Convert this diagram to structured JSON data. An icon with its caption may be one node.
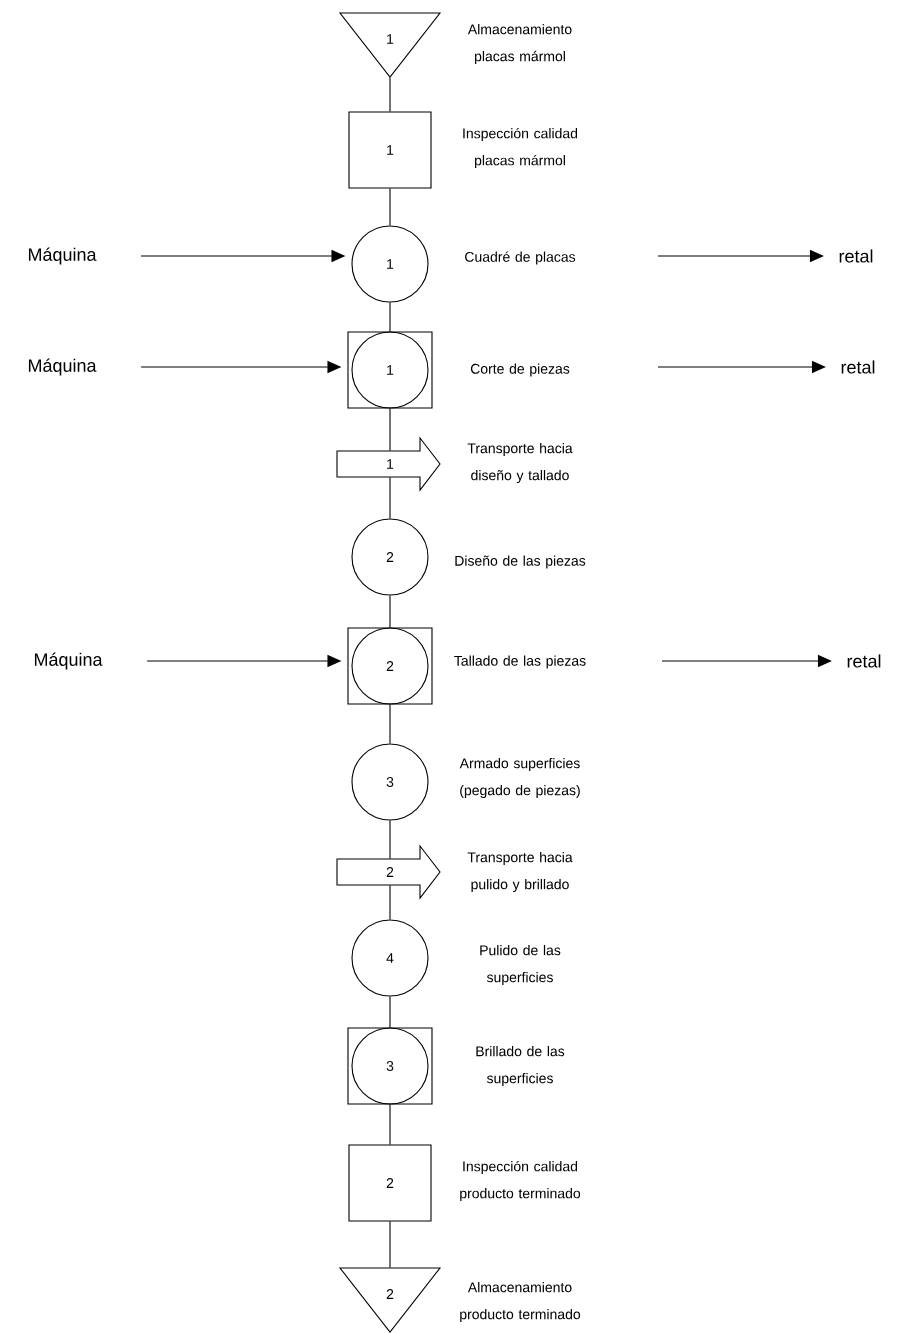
{
  "diagram": {
    "nodes": [
      {
        "text": [
          "1"
        ],
        "beside": [
          "Almacenamiento placas mármol"
        ]
      },
      {
        "text": [
          "1"
        ],
        "beside": [
          "Inspección calidad placas mármol"
        ]
      },
      {
        "text": [
          "1"
        ],
        "beside": [
          "Cuadré de placas"
        ]
      },
      {
        "text": [
          "1"
        ],
        "beside": [
          "Corte de piezas"
        ]
      },
      {
        "text": [
          "1"
        ],
        "beside": [
          "Transporte hacia diseño y tallado"
        ]
      },
      {
        "text": [
          "2"
        ],
        "beside": [
          "Diseño de las piezas"
        ]
      },
      {
        "text": [
          "2"
        ],
        "beside": [
          "Tallado de las piezas"
        ]
      },
      {
        "text": [
          "3"
        ],
        "beside": [
          "Armado superficies (pegado de piezas)"
        ]
      },
      {
        "text": [
          "2"
        ],
        "beside": [
          "Transporte hacia pulido y brillado"
        ]
      },
      {
        "text": [
          "4"
        ],
        "beside": [
          "Pulido de las superficies"
        ]
      },
      {
        "text": [
          "3"
        ],
        "beside": [
          "Brillado de las superficies"
        ]
      },
      {
        "text": [
          "2"
        ],
        "beside": [
          "Inspección calidad producto terminado"
        ]
      },
      {
        "text": [
          "2"
        ],
        "beside": [
          "Almacenamiento producto terminado"
        ]
      },
      {
        "text": [
          "Máquina"
        ]
      },
      {
        "text": [
          "retal"
        ]
      },
      {
        "text": [
          "Máquina"
        ]
      },
      {
        "text": [
          "retal"
        ]
      },
      {
        "text": [
          "Máquina"
        ]
      },
      {
        "text": [
          "retal"
        ]
      }
    ],
    "edges": [
      {
        "from": 0,
        "to": 1,
        "arrow": "none"
      },
      {
        "from": 1,
        "to": 2,
        "arrow": "none"
      },
      {
        "from": 2,
        "to": 3,
        "arrow": "none"
      },
      {
        "from": 3,
        "to": 4,
        "arrow": "none"
      },
      {
        "from": 4,
        "to": 5,
        "arrow": "none"
      },
      {
        "from": 5,
        "to": 6,
        "arrow": "none"
      },
      {
        "from": 6,
        "to": 7,
        "arrow": "none"
      },
      {
        "from": 7,
        "to": 8,
        "arrow": "none"
      },
      {
        "from": 8,
        "to": 9,
        "arrow": "none"
      },
      {
        "from": 9,
        "to": 10,
        "arrow": "none"
      },
      {
        "from": 10,
        "to": 11,
        "arrow": "none"
      },
      {
        "from": 11,
        "to": 12,
        "arrow": "none"
      },
      {
        "from": 13,
        "to": 2,
        "arrow": "to"
      },
      {
        "from": 15,
        "to": 3,
        "arrow": "to"
      },
      {
        "from": 17,
        "to": 6,
        "arrow": "to"
      },
      {
        "from": null,
        "to": 14,
        "arrow": "to"
      },
      {
        "from": null,
        "to": 16,
        "arrow": "to"
      },
      {
        "from": null,
        "to": 18,
        "arrow": "to"
      }
    ]
  }
}
